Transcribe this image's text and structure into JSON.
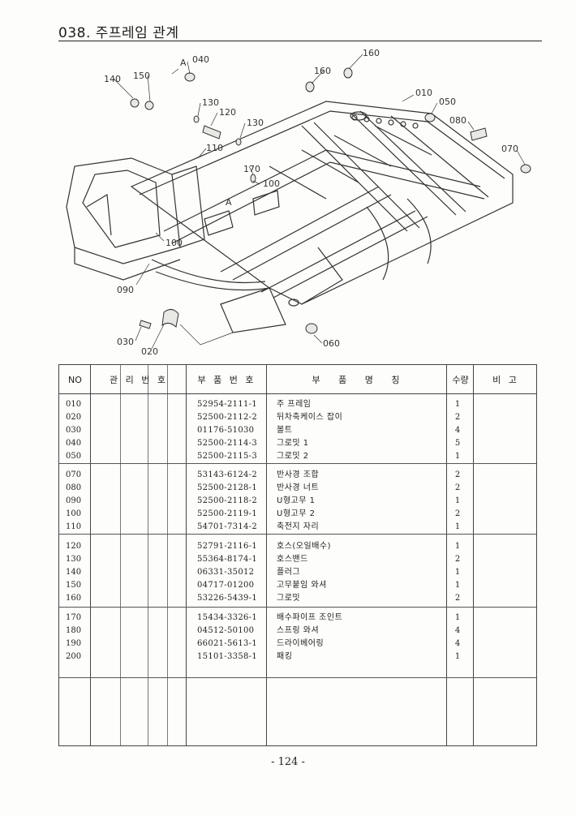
{
  "header": {
    "title": "038. 주프레임 관계"
  },
  "diagram": {
    "callouts": {
      "c040": "040",
      "a_top": "A",
      "c160a": "160",
      "c160b": "160",
      "c140": "140",
      "c150": "150",
      "c130a": "130",
      "c120": "120",
      "c130b": "130",
      "c010": "010",
      "c050": "050",
      "c080": "080",
      "c070": "070",
      "c110": "110",
      "c170": "170",
      "c100a": "100",
      "a_mid": "A",
      "c100b": "100",
      "c090": "090",
      "c030": "030",
      "c020": "020",
      "c060": "060"
    }
  },
  "table": {
    "headers": {
      "no": "NO",
      "management": "관 리 번 호",
      "part_number": "부 품 번 호",
      "part_name": "부   품   명   칭",
      "qty": "수량",
      "remarks": "비 고"
    },
    "groups": [
      [
        {
          "no": "010",
          "part": "52954-2111-1",
          "name": "주 프레임",
          "qty": "1"
        },
        {
          "no": "020",
          "part": "52500-2112-2",
          "name": "뒤차축케이스 잡이",
          "qty": "2"
        },
        {
          "no": "030",
          "part": "01176-51030",
          "name": "볼트",
          "qty": "4"
        },
        {
          "no": "040",
          "part": "52500-2114-3",
          "name": "그로밋 1",
          "qty": "5"
        },
        {
          "no": "050",
          "part": "52500-2115-3",
          "name": "그로밋 2",
          "qty": "1"
        }
      ],
      [
        {
          "no": "070",
          "part": "53143-6124-2",
          "name": "반사경 조합",
          "qty": "2"
        },
        {
          "no": "080",
          "part": "52500-2128-1",
          "name": "반사경 너트",
          "qty": "2"
        },
        {
          "no": "090",
          "part": "52500-2118-2",
          "name": "U형고무 1",
          "qty": "1"
        },
        {
          "no": "100",
          "part": "52500-2119-1",
          "name": "U형고무 2",
          "qty": "2"
        },
        {
          "no": "110",
          "part": "54701-7314-2",
          "name": "축전지 자리",
          "qty": "1"
        }
      ],
      [
        {
          "no": "120",
          "part": "52791-2116-1",
          "name": "호스(오일배수)",
          "qty": "1"
        },
        {
          "no": "130",
          "part": "55364-8174-1",
          "name": "호스밴드",
          "qty": "2"
        },
        {
          "no": "140",
          "part": "06331-35012",
          "name": "플러그",
          "qty": "1"
        },
        {
          "no": "150",
          "part": "04717-01200",
          "name": "고무붙임 와셔",
          "qty": "1"
        },
        {
          "no": "160",
          "part": "53226-5439-1",
          "name": "그로밋",
          "qty": "2"
        }
      ],
      [
        {
          "no": "170",
          "part": "15434-3326-1",
          "name": "배수파이프 조인트",
          "qty": "1"
        },
        {
          "no": "180",
          "part": "04512-50100",
          "name": "스프링 와셔",
          "qty": "4"
        },
        {
          "no": "190",
          "part": "66021-5613-1",
          "name": "드라이베어링",
          "qty": "4"
        },
        {
          "no": "200",
          "part": "15101-3358-1",
          "name": "패킹",
          "qty": "1"
        }
      ]
    ]
  },
  "footer": {
    "page_number": "- 124 -"
  }
}
